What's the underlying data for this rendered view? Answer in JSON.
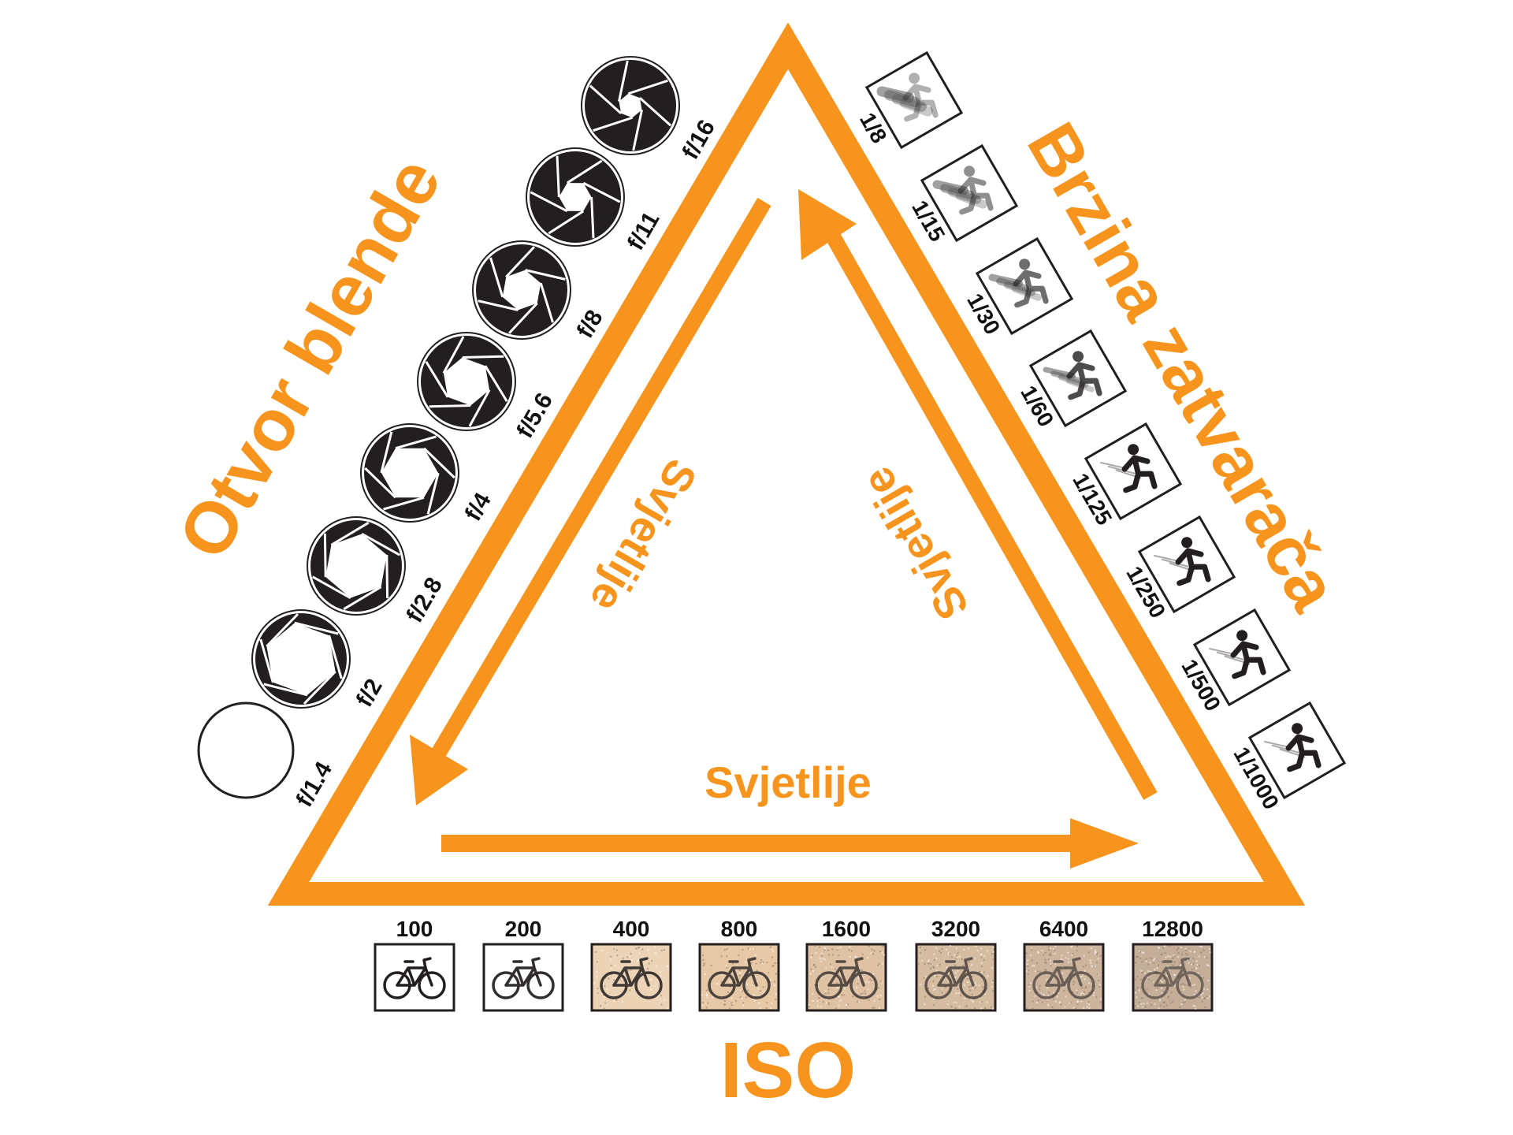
{
  "colors": {
    "accent": "#F7941D",
    "ink": "#231F20",
    "white": "#FFFFFF"
  },
  "titles": {
    "aperture": "Otvor blende",
    "shutter": "Brzina zatvarača",
    "iso": "ISO"
  },
  "arrows": {
    "left_label": "Svjetlije",
    "right_label": "Svjetlije",
    "bottom_label": "Svjetlije"
  },
  "aperture_stops": [
    {
      "label": "f/1.4",
      "icon": "aperture-open-icon"
    },
    {
      "label": "f/2",
      "icon": "aperture-icon"
    },
    {
      "label": "f/2.8",
      "icon": "aperture-icon"
    },
    {
      "label": "f/4",
      "icon": "aperture-icon"
    },
    {
      "label": "f/5.6",
      "icon": "aperture-icon"
    },
    {
      "label": "f/8",
      "icon": "aperture-icon"
    },
    {
      "label": "f/11",
      "icon": "aperture-icon"
    },
    {
      "label": "f/16",
      "icon": "aperture-icon"
    }
  ],
  "shutter_speeds": [
    {
      "label": "1/8",
      "icon": "motion-blur-runner-icon"
    },
    {
      "label": "1/15",
      "icon": "motion-blur-runner-icon"
    },
    {
      "label": "1/30",
      "icon": "motion-blur-runner-icon"
    },
    {
      "label": "1/60",
      "icon": "motion-blur-runner-icon"
    },
    {
      "label": "1/125",
      "icon": "runner-icon"
    },
    {
      "label": "1/250",
      "icon": "runner-icon"
    },
    {
      "label": "1/500",
      "icon": "runner-icon"
    },
    {
      "label": "1/1000",
      "icon": "runner-icon"
    }
  ],
  "iso_values": [
    {
      "label": "100",
      "icon": "bicycle-icon",
      "bg": "#FFFFFF"
    },
    {
      "label": "200",
      "icon": "bicycle-icon",
      "bg": "#FFFFFF"
    },
    {
      "label": "400",
      "icon": "bicycle-icon",
      "bg": "#EDD3B6"
    },
    {
      "label": "800",
      "icon": "bicycle-icon",
      "bg": "#E6C8A6"
    },
    {
      "label": "1600",
      "icon": "bicycle-icon",
      "bg": "#DFC2A4"
    },
    {
      "label": "3200",
      "icon": "bicycle-icon",
      "bg": "#D5BBA0"
    },
    {
      "label": "6400",
      "icon": "bicycle-icon",
      "bg": "#CDB49D"
    },
    {
      "label": "12800",
      "icon": "bicycle-icon",
      "bg": "#C5AE98"
    }
  ]
}
